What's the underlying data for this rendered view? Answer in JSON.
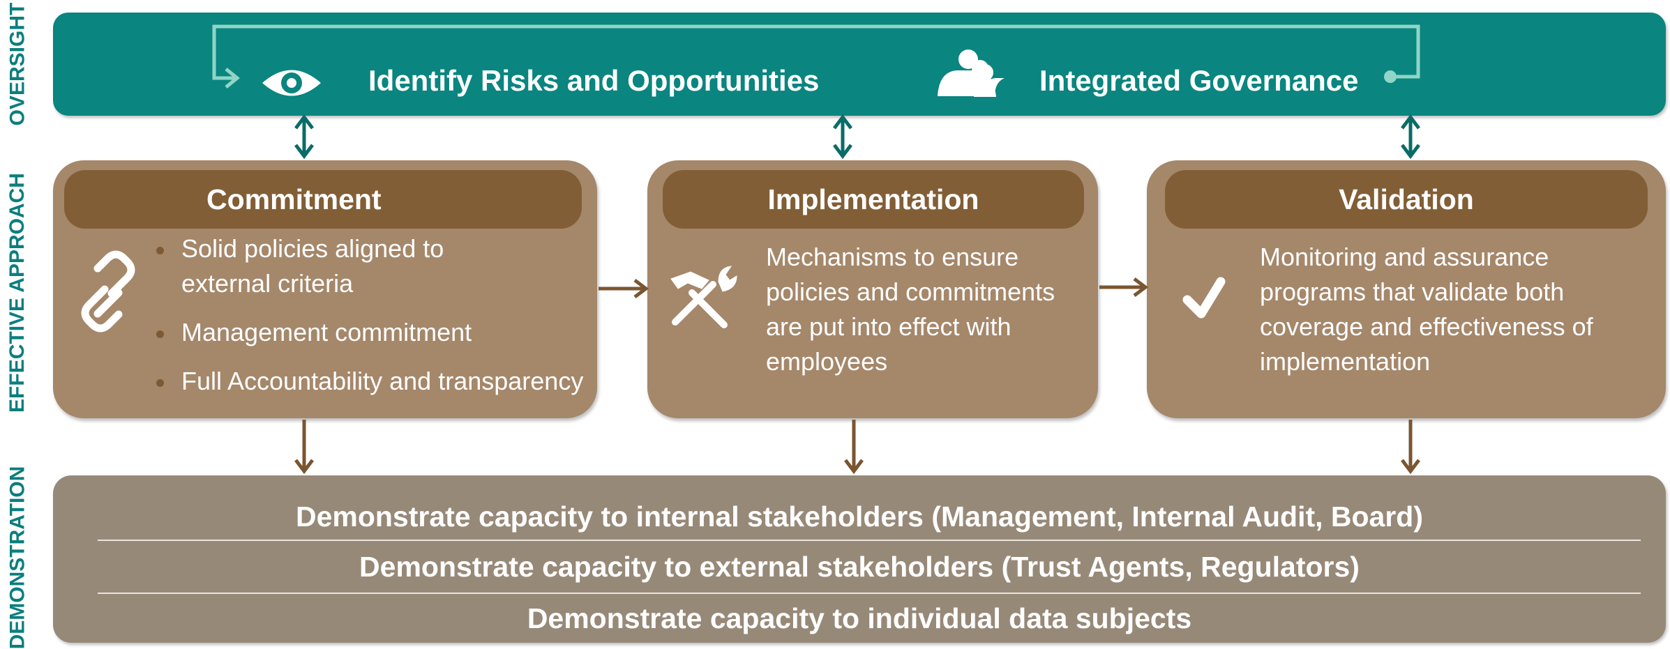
{
  "side_labels": {
    "oversight": "OVERSIGHT",
    "approach": "EFFECTIVE APPROACH",
    "demonstration": "DEMONSTRATION"
  },
  "oversight": {
    "left_text": "Identify Risks and Opportunities",
    "right_text": "Integrated Governance",
    "left_icon": "eye-icon",
    "right_icon": "people-icon"
  },
  "cards": {
    "commitment": {
      "title": "Commitment",
      "icon": "link-icon",
      "bullets": [
        "Solid policies aligned to external criteria",
        "Management commitment",
        "Full Accountability and transparency"
      ]
    },
    "implementation": {
      "title": "Implementation",
      "icon": "hammer-wrench-icon",
      "text": "Mechanisms to ensure policies and commitments are  put into effect with employees"
    },
    "validation": {
      "title": "Validation",
      "icon": "checkmark-icon",
      "text": "Monitoring and assurance programs that validate both coverage and effectiveness of implementation"
    }
  },
  "demonstration": {
    "rows": [
      "Demonstrate capacity to internal stakeholders (Management, Internal Audit, Board)",
      "Demonstrate capacity to external stakeholders (Trust Agents, Regulators)",
      "Demonstrate capacity to individual data subjects"
    ]
  },
  "colors": {
    "teal": "#0a8580",
    "card": "#a5876a",
    "card_header": "#825e36",
    "demonstration": "#978978",
    "arrow_brown": "#7a5530",
    "loop_arrow": "#8fd6c6"
  }
}
